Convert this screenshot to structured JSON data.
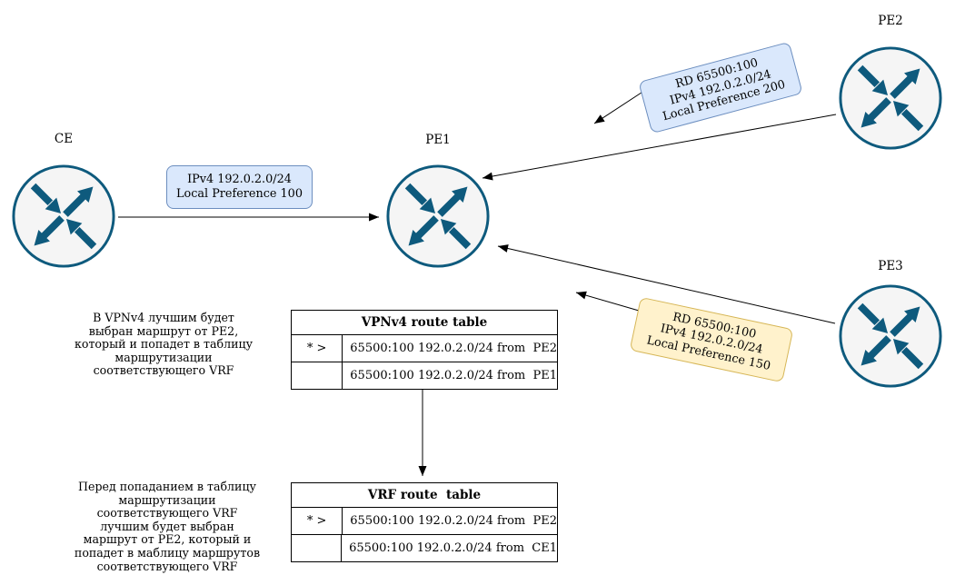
{
  "nodes": {
    "ce": {
      "label": "CE"
    },
    "pe1": {
      "label": "PE1"
    },
    "pe2": {
      "label": "PE2"
    },
    "pe3": {
      "label": "PE3"
    }
  },
  "callouts": {
    "ce_to_pe1": {
      "lines": [
        "IPv4 192.0.2.0/24",
        "Local Preference 100"
      ]
    },
    "pe2_to_pe1": {
      "lines": [
        "RD 65500:100",
        "IPv4 192.0.2.0/24",
        "Local Preference 200"
      ]
    },
    "pe3_to_pe1": {
      "lines": [
        "RD 65500:100",
        "IPv4 192.0.2.0/24",
        "Local Preference 150"
      ]
    }
  },
  "tables": {
    "vpnv4": {
      "title": "VPNv4 route table",
      "rows": [
        {
          "flag": "* >",
          "route": "65500:100 192.0.2.0/24 from  PE2"
        },
        {
          "flag": "",
          "route": "65500:100 192.0.2.0/24 from  PE1"
        }
      ]
    },
    "vrf": {
      "title": "VRF route  table",
      "rows": [
        {
          "flag": "* >",
          "route": "65500:100 192.0.2.0/24 from  PE2"
        },
        {
          "flag": "",
          "route": "65500:100 192.0.2.0/24 from  CE1"
        }
      ]
    }
  },
  "notes": {
    "vpnv4_note": "В VPNv4 лучшим будет\nвыбран маршрут от PE2,\nкоторый и попадет в таблицу\nмаршрутизации\nсоответствующего VRF",
    "vrf_note": "Перед попаданием в таблицу\nмаршрутизации\nсоответствующего VRF\nлучшим будет выбран\nмаршрут от PE2, который и\nпопадет в маблицу маршрутов\nсоответствующего VRF"
  },
  "colors": {
    "background": "#ffffff",
    "router_fill": "#f5f5f5",
    "router_stroke": "#0e5a7d",
    "callout_blue_fill": "#dae8fc",
    "callout_blue_border": "#6c8ebf",
    "callout_yellow_fill": "#fff2cc",
    "callout_yellow_border": "#d6b656",
    "arrow": "#000000"
  },
  "icons": {
    "router": "four-arrows-router-icon"
  }
}
